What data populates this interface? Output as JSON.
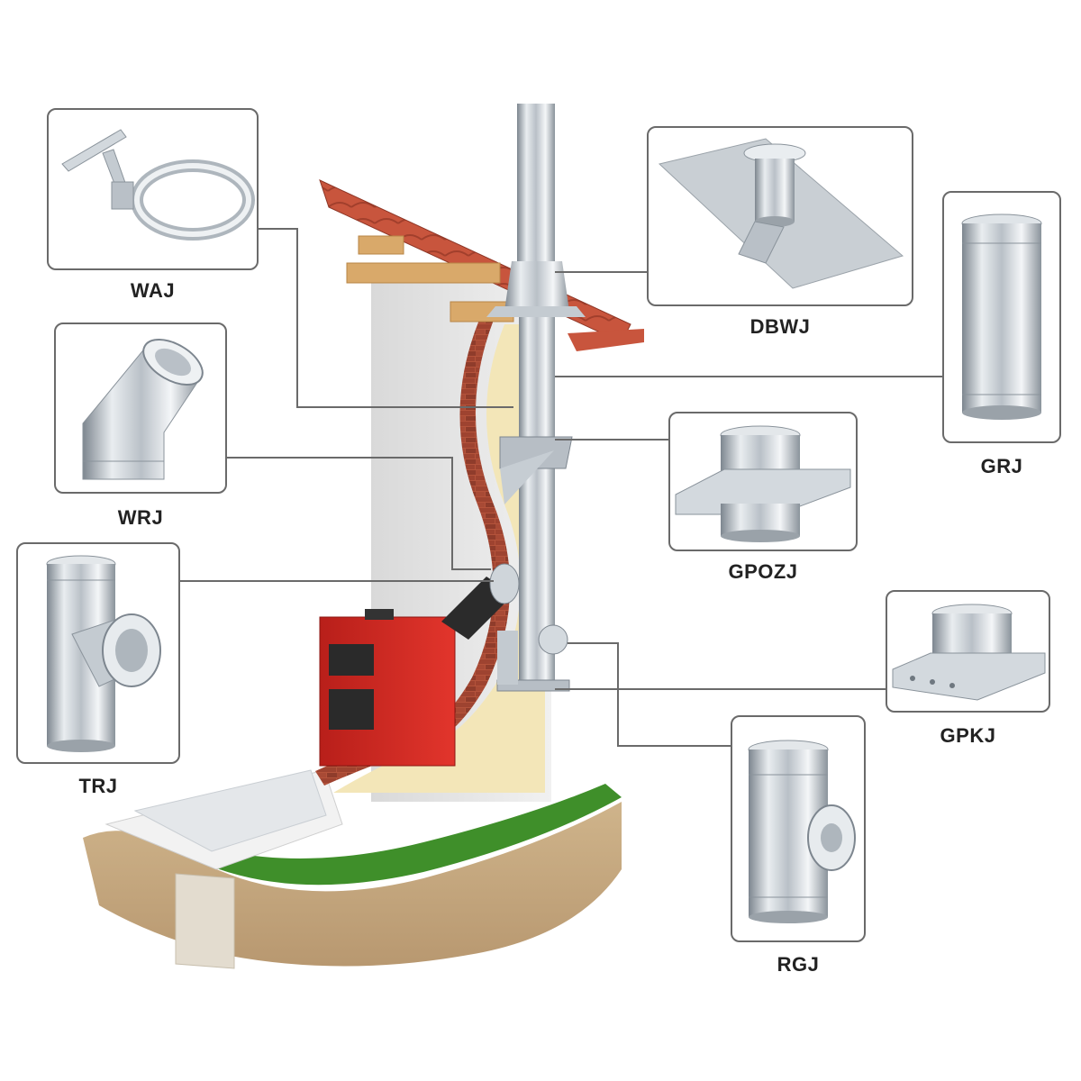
{
  "parts": {
    "waj": {
      "code": "WAJ",
      "item": "wall-bracket-clamp"
    },
    "dbwj": {
      "code": "DBWJ",
      "item": "roof-flashing-with-rain-collar"
    },
    "grj": {
      "code": "GRJ",
      "item": "straight-pipe-section"
    },
    "wrj": {
      "code": "WRJ",
      "item": "45-degree-elbow"
    },
    "gpozj": {
      "code": "GPOZJ",
      "item": "intermediate-support-plate"
    },
    "trj": {
      "code": "TRJ",
      "item": "tee-branch"
    },
    "gpkj": {
      "code": "GPKJ",
      "item": "base-support-plate"
    },
    "rgj": {
      "code": "RGJ",
      "item": "inspection-cleanout-pipe"
    }
  },
  "colors": {
    "box_border": "#6a6a6a",
    "leader_line": "#6a6a6a",
    "label_text": "#222222",
    "steel_light": "#f2f4f6",
    "steel_mid": "#b9c0c7",
    "steel_dark": "#7d868f",
    "roof_tile": "#c8553d",
    "brick": "#a94a35",
    "insulation": "#f3e6b8",
    "boiler_red": "#d42b24",
    "grass": "#3f8f2a",
    "soil": "#c9ad84",
    "wall": "#e8e8e8"
  }
}
